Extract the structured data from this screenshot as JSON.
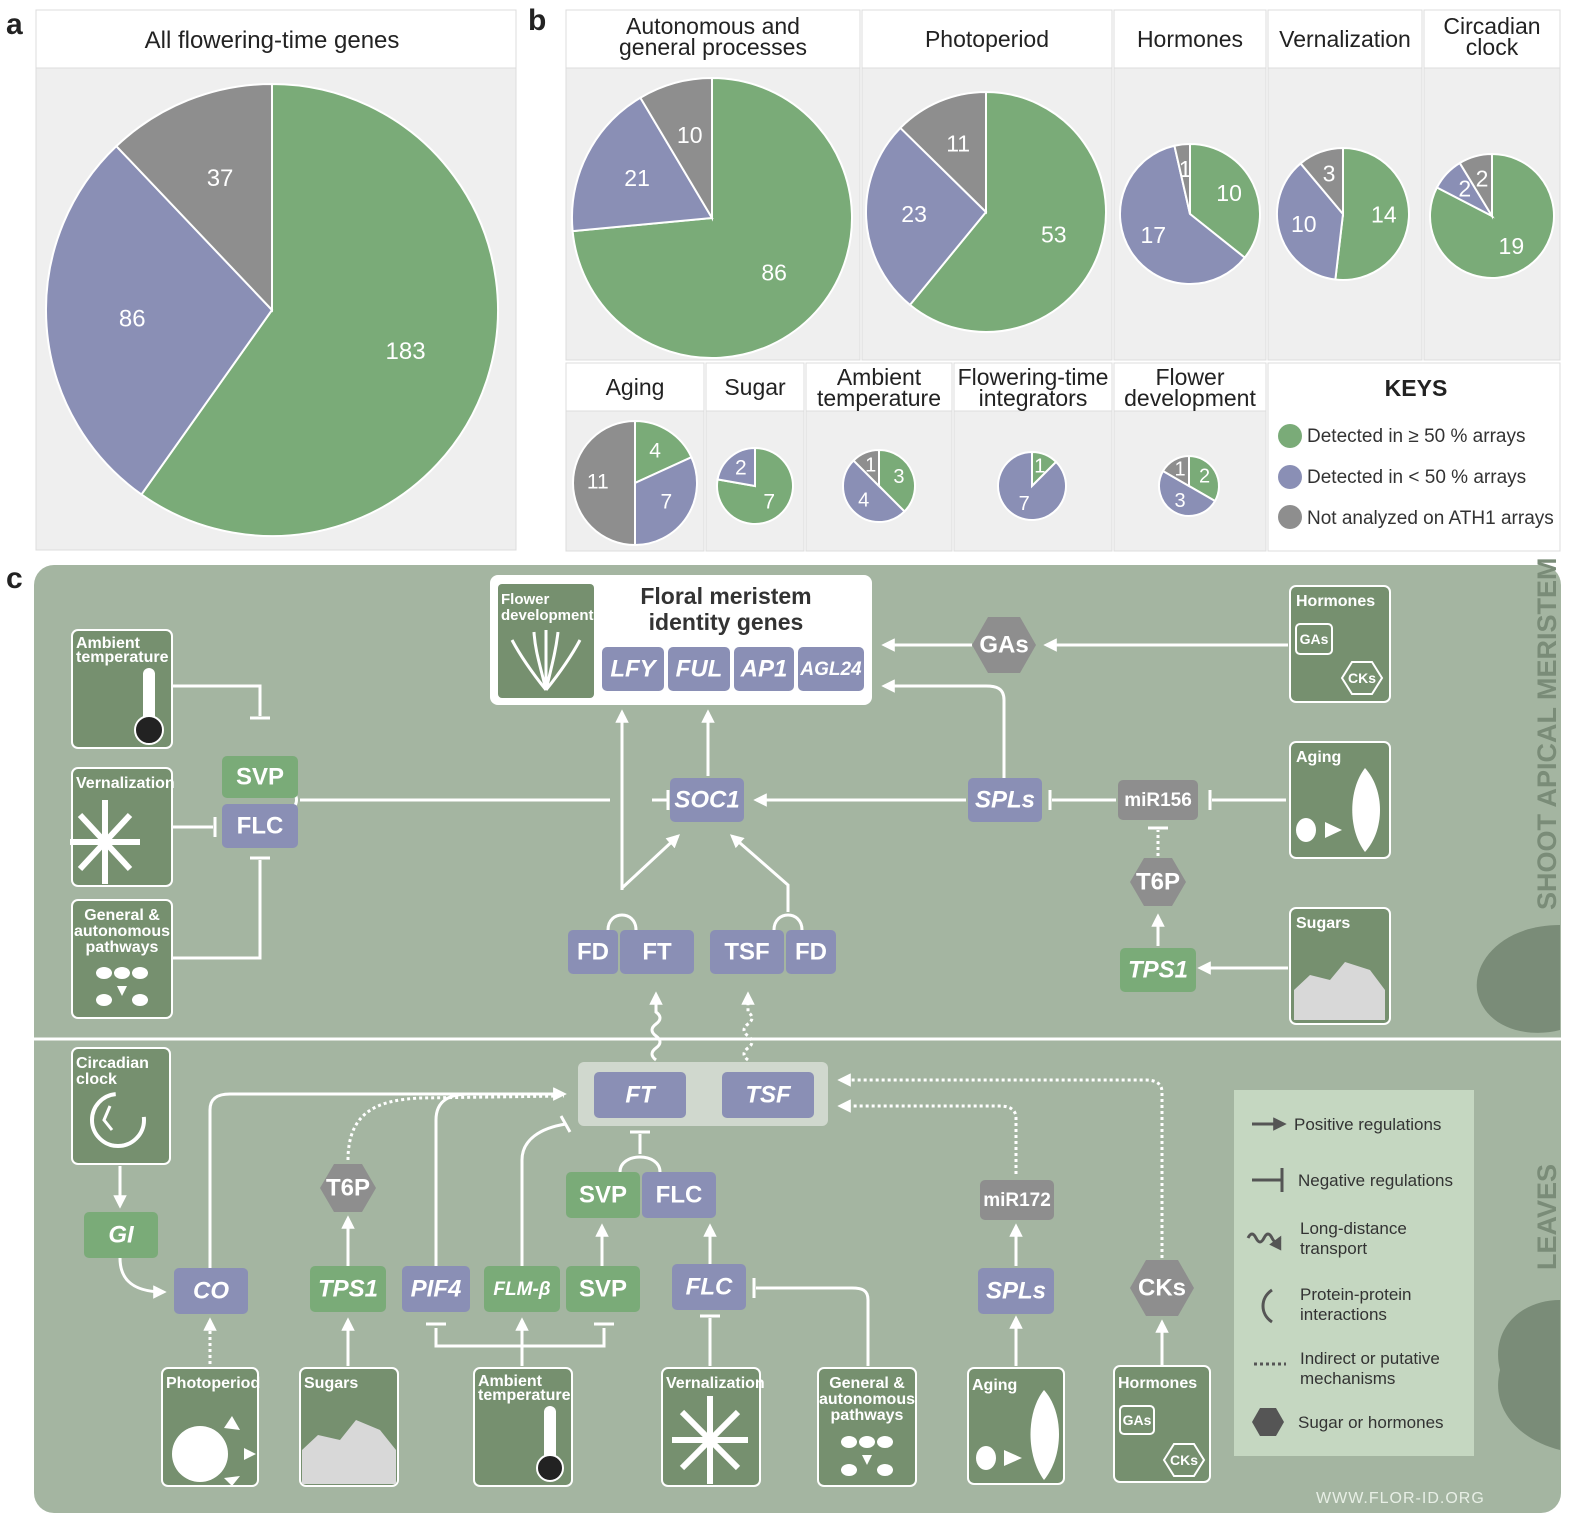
{
  "colors": {
    "detected_high": "#7aab78",
    "detected_low": "#8a8fb5",
    "not_analyzed": "#8e8e8e",
    "panel_bg": "#efefef",
    "network_bg": "#a4b5a1",
    "icon_box": "#76906f",
    "legend_box": "#c5d7c1"
  },
  "panel_a": {
    "letter": "a",
    "chart_data": {
      "type": "pie",
      "title": "All flowering-time genes",
      "slices": [
        {
          "key": "detected_high",
          "value": 183
        },
        {
          "key": "detected_low",
          "value": 86
        },
        {
          "key": "not_analyzed",
          "value": 37
        }
      ]
    }
  },
  "panel_b": {
    "letter": "b",
    "chart_data": [
      {
        "type": "pie",
        "title": [
          "Autonomous and",
          "general processes"
        ],
        "slices": [
          {
            "key": "detected_high",
            "value": 86
          },
          {
            "key": "detected_low",
            "value": 21
          },
          {
            "key": "not_analyzed",
            "value": 10
          }
        ]
      },
      {
        "type": "pie",
        "title": [
          "Photoperiod"
        ],
        "slices": [
          {
            "key": "detected_high",
            "value": 53
          },
          {
            "key": "detected_low",
            "value": 23
          },
          {
            "key": "not_analyzed",
            "value": 11
          }
        ]
      },
      {
        "type": "pie",
        "title": [
          "Hormones"
        ],
        "slices": [
          {
            "key": "detected_high",
            "value": 10
          },
          {
            "key": "detected_low",
            "value": 17
          },
          {
            "key": "not_analyzed",
            "value": 1
          }
        ]
      },
      {
        "type": "pie",
        "title": [
          "Vernalization"
        ],
        "slices": [
          {
            "key": "detected_high",
            "value": 14
          },
          {
            "key": "detected_low",
            "value": 10
          },
          {
            "key": "not_analyzed",
            "value": 3
          }
        ]
      },
      {
        "type": "pie",
        "title": [
          "Circadian",
          "clock"
        ],
        "slices": [
          {
            "key": "detected_high",
            "value": 19
          },
          {
            "key": "detected_low",
            "value": 2
          },
          {
            "key": "not_analyzed",
            "value": 2
          }
        ]
      },
      {
        "type": "pie",
        "title": [
          "Aging"
        ],
        "slices": [
          {
            "key": "detected_high",
            "value": 4
          },
          {
            "key": "detected_low",
            "value": 7
          },
          {
            "key": "not_analyzed",
            "value": 11
          }
        ]
      },
      {
        "type": "pie",
        "title": [
          "Sugar"
        ],
        "slices": [
          {
            "key": "detected_high",
            "value": 7
          },
          {
            "key": "detected_low",
            "value": 2
          },
          {
            "key": "not_analyzed",
            "value": 0
          }
        ]
      },
      {
        "type": "pie",
        "title": [
          "Ambient",
          "temperature"
        ],
        "slices": [
          {
            "key": "detected_high",
            "value": 3
          },
          {
            "key": "detected_low",
            "value": 4
          },
          {
            "key": "not_analyzed",
            "value": 1
          }
        ]
      },
      {
        "type": "pie",
        "title": [
          "Flowering-time",
          "integrators"
        ],
        "slices": [
          {
            "key": "detected_high",
            "value": 1
          },
          {
            "key": "detected_low",
            "value": 7
          },
          {
            "key": "not_analyzed",
            "value": 0
          }
        ]
      },
      {
        "type": "pie",
        "title": [
          "Flower",
          "development"
        ],
        "slices": [
          {
            "key": "detected_high",
            "value": 2
          },
          {
            "key": "detected_low",
            "value": 3
          },
          {
            "key": "not_analyzed",
            "value": 1
          }
        ]
      }
    ],
    "keys": {
      "title": "KEYS",
      "items": [
        {
          "key": "detected_high",
          "label": "Detected in ≥ 50 % arrays"
        },
        {
          "key": "detected_low",
          "label": "Detected in < 50 % arrays"
        },
        {
          "key": "not_analyzed",
          "label": "Not analyzed on ATH1 arrays"
        }
      ]
    }
  },
  "panel_c": {
    "letter": "c",
    "zones": {
      "top": "SHOOT APICAL MERISTEM",
      "bottom": "LEAVES"
    },
    "floral_meristem": {
      "title_1": "Floral meristem",
      "title_2": "identity genes",
      "icon_label_1": "Flower",
      "icon_label_2": "development",
      "genes": [
        "LFY",
        "FUL",
        "AP1",
        "AGL24"
      ]
    },
    "sam_nodes": {
      "svp": "SVP",
      "flc": "FLC",
      "soc1": "SOC1",
      "fd1": "FD",
      "ft": "FT",
      "tsf": "TSF",
      "fd2": "FD",
      "spls": "SPLs",
      "mir156": "miR156",
      "t6p": "T6P",
      "tps1": "TPS1",
      "gas": "GAs"
    },
    "sam_icons": {
      "ambient_1": "Ambient",
      "ambient_2": "temperature",
      "vernalization": "Vernalization",
      "general_1": "General &",
      "general_2": "autonomous",
      "general_3": "pathways",
      "hormones": "Hormones",
      "gas_sub": "GAs",
      "cks_sub": "CKs",
      "aging": "Aging",
      "sugars": "Sugars"
    },
    "leaf_nodes": {
      "ft": "FT",
      "tsf": "TSF",
      "svp_top": "SVP",
      "flc_top": "FLC",
      "t6p": "T6P",
      "gi": "GI",
      "co": "CO",
      "tps1": "TPS1",
      "pif4": "PIF4",
      "flm": "FLM-β",
      "svp": "SVP",
      "flc": "FLC",
      "mir172": "miR172",
      "spls": "SPLs",
      "cks": "CKs"
    },
    "leaf_icons": {
      "circadian_1": "Circadian",
      "circadian_2": "clock",
      "photoperiod": "Photoperiod",
      "sugars": "Sugars",
      "ambient_1": "Ambient",
      "ambient_2": "temperature",
      "vernalization": "Vernalization",
      "general_1": "General &",
      "general_2": "autonomous",
      "general_3": "pathways",
      "aging": "Aging",
      "hormones": "Hormones",
      "gas_sub": "GAs",
      "cks_sub": "CKs"
    },
    "legend": [
      {
        "symbol": "arrow",
        "label": [
          "Positive regulations"
        ]
      },
      {
        "symbol": "bar",
        "label": [
          "Negative regulations"
        ]
      },
      {
        "symbol": "wave",
        "label": [
          "Long-distance",
          "transport"
        ]
      },
      {
        "symbol": "arc",
        "label": [
          "Protein-protein",
          "interactions"
        ]
      },
      {
        "symbol": "dots",
        "label": [
          "Indirect or putative",
          "mechanisms"
        ]
      },
      {
        "symbol": "hexagon",
        "label": [
          "Sugar or hormones"
        ]
      }
    ],
    "url": "WWW.FLOR-ID.ORG"
  }
}
